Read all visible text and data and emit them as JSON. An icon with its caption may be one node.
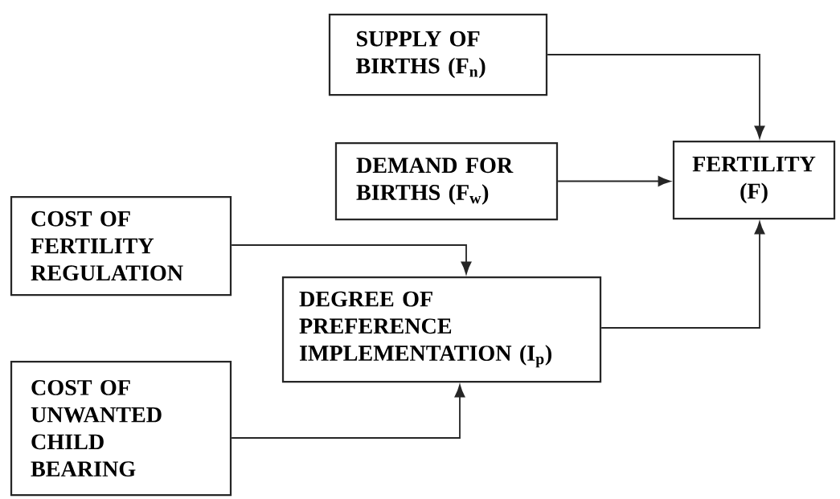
{
  "diagram": {
    "nodes": [
      {
        "text": [
          "SUPPLY OF BIRTHS (F$_{n}$)"
        ]
      },
      {
        "text": [
          "DEMAND FOR BIRTHS (F$_{w}$)"
        ]
      },
      {
        "text": [
          "FERTILITY (F)"
        ]
      },
      {
        "text": [
          "COST OF FERTILITY REGULATION"
        ]
      },
      {
        "text": [
          "DEGREE OF PREFERENCE IMPLEMENTATION (I$_{p}$)"
        ]
      },
      {
        "text": [
          "COST OF UNWANTED CHILD BEARING"
        ]
      }
    ],
    "edges": [
      {
        "from": 0,
        "to": 2,
        "arrow": "to"
      },
      {
        "from": 1,
        "to": 2,
        "arrow": "to"
      },
      {
        "from": 4,
        "to": 2,
        "arrow": "to"
      },
      {
        "from": 3,
        "to": 4,
        "arrow": "to"
      },
      {
        "from": 5,
        "to": 4,
        "arrow": "to"
      }
    ]
  }
}
